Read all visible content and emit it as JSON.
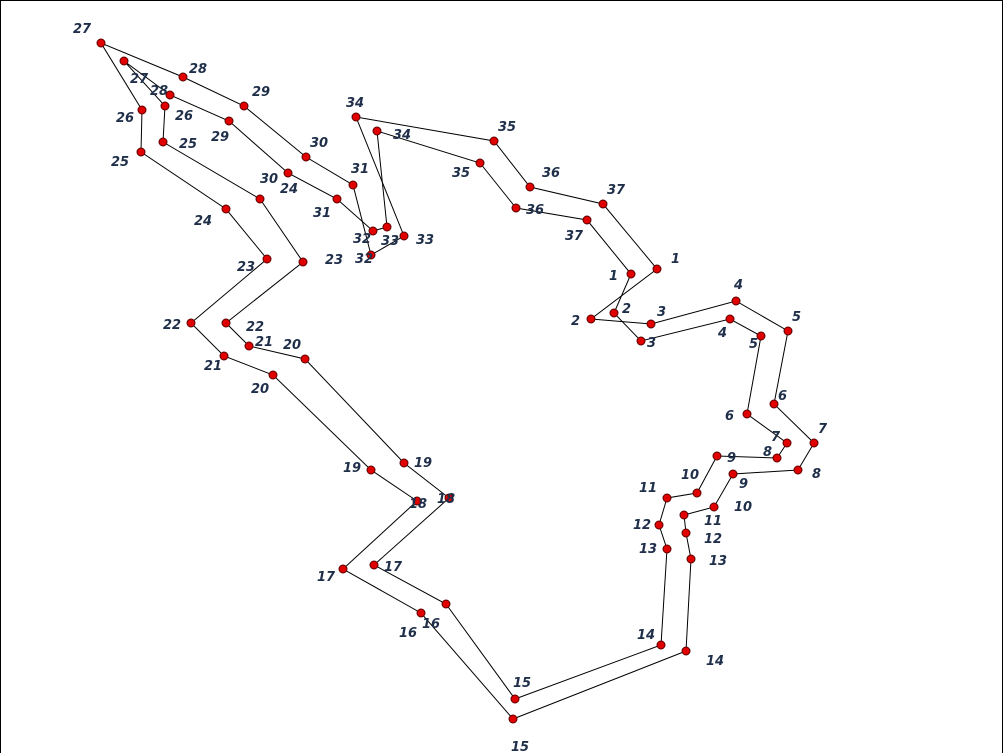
{
  "diagram": {
    "line_color": "#000000",
    "point_color": "#e00000",
    "point_stroke": "#5a0000",
    "label_color": "#1f2f4a",
    "outer_polygon": {
      "labels": [
        "1",
        "2",
        "3",
        "4",
        "5",
        "6",
        "7",
        "8",
        "9",
        "10",
        "11",
        "12",
        "13",
        "14",
        "15",
        "16",
        "17",
        "18",
        "19",
        "20",
        "21",
        "22",
        "23",
        "24",
        "25",
        "26",
        "27",
        "28",
        "29",
        "30",
        "31",
        "32",
        "33",
        "34",
        "35",
        "36",
        "37"
      ]
    },
    "inner_polygon": {
      "labels": [
        "1",
        "2",
        "3",
        "4",
        "5",
        "6",
        "7",
        "8",
        "9",
        "10",
        "11",
        "12",
        "13",
        "14",
        "15",
        "16",
        "17",
        "18",
        "19",
        "20",
        "21",
        "22",
        "23",
        "24",
        "25",
        "26",
        "27",
        "28",
        "29",
        "30",
        "31",
        "32",
        "33",
        "34",
        "35",
        "36",
        "37"
      ]
    }
  }
}
